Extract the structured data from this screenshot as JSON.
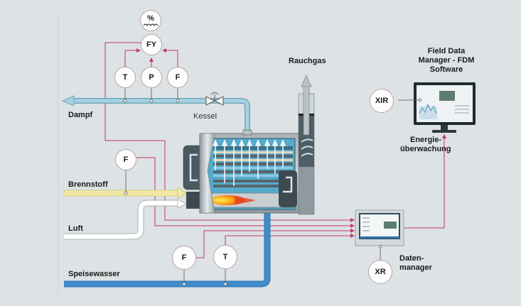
{
  "diagram": {
    "title": "Kessel Energieüberwachung",
    "colors": {
      "background": "#dde2e4",
      "steam_pipe": "#8ec3d3",
      "feedwater_pipe": "#3a86c4",
      "fuel_pipe": "#f1e8a3",
      "air_pipe": "#ffffff",
      "signal_line": "#c0386b",
      "boiler_body": "#8e9aa0"
    },
    "labels": {
      "steam": "Dampf",
      "boiler": "Kessel",
      "flue_gas": "Rauchgas",
      "fuel": "Brennstoff",
      "air": "Luft",
      "feedwater": "Speisewasser",
      "fdm_line1": "Field Data",
      "fdm_line2": "Manager - FDM",
      "fdm_line3": "Software",
      "energy_line1": "Energie-",
      "energy_line2": "überwachung",
      "datamanager_line1": "Daten-",
      "datamanager_line2": "manager"
    },
    "instruments": {
      "level": "%",
      "fy": "FY",
      "steam_temp": "T",
      "steam_pressure": "P",
      "steam_flow": "F",
      "fuel_flow": "F",
      "feed_flow": "F",
      "feed_temp": "T",
      "xir": "XIR",
      "xr": "XR"
    }
  }
}
